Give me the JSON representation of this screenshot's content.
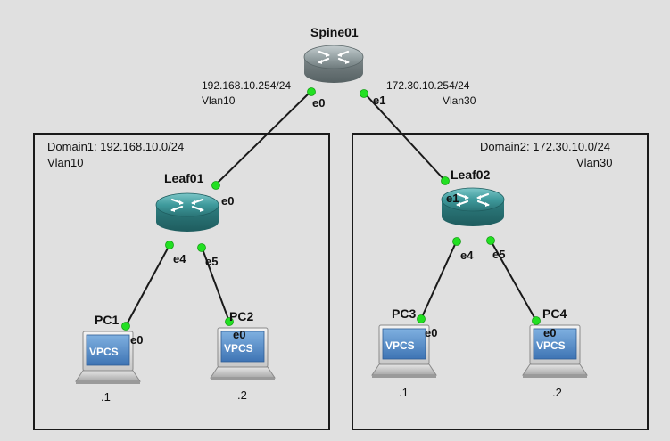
{
  "domains": [
    {
      "title": "Domain1: 192.168.10.0/24",
      "vlan": "Vlan10"
    },
    {
      "title": "Domain2: 172.30.10.0/24",
      "vlan": "Vlan30"
    }
  ],
  "nodes": {
    "spine01": {
      "name": "Spine01",
      "type": "router"
    },
    "leaf01": {
      "name": "Leaf01",
      "type": "router"
    },
    "leaf02": {
      "name": "Leaf02",
      "type": "router"
    },
    "pc1": {
      "name": "PC1",
      "type": "vpcs",
      "screen_label": "VPCS",
      "host": ".1"
    },
    "pc2": {
      "name": "PC2",
      "type": "vpcs",
      "screen_label": "VPCS",
      "host": ".2"
    },
    "pc3": {
      "name": "PC3",
      "type": "vpcs",
      "screen_label": "VPCS",
      "host": ".1"
    },
    "pc4": {
      "name": "PC4",
      "type": "vpcs",
      "screen_label": "VPCS",
      "host": ".2"
    }
  },
  "links": [
    {
      "from": "spine01",
      "from_port": "e0",
      "to": "leaf01",
      "to_port": "e0",
      "ip": "192.168.10.254/24",
      "vlan": "Vlan10"
    },
    {
      "from": "spine01",
      "from_port": "e1",
      "to": "leaf02",
      "to_port": "e1",
      "ip": "172.30.10.254/24",
      "vlan": "Vlan30"
    },
    {
      "from": "leaf01",
      "from_port": "e4",
      "to": "pc1",
      "to_port": "e0"
    },
    {
      "from": "leaf01",
      "from_port": "e5",
      "to": "pc2",
      "to_port": "e0"
    },
    {
      "from": "leaf02",
      "from_port": "e4",
      "to": "pc3",
      "to_port": "e0"
    },
    {
      "from": "leaf02",
      "from_port": "e5",
      "to": "pc4",
      "to_port": "e0"
    }
  ],
  "colors": {
    "background": "#e0e0e0",
    "link": "#1a1a1a",
    "port_up": "#22e022",
    "spine_router": "#8e9a9c",
    "leaf_router": "#3b8f91",
    "vpcs_screen": "#4f86c6"
  }
}
